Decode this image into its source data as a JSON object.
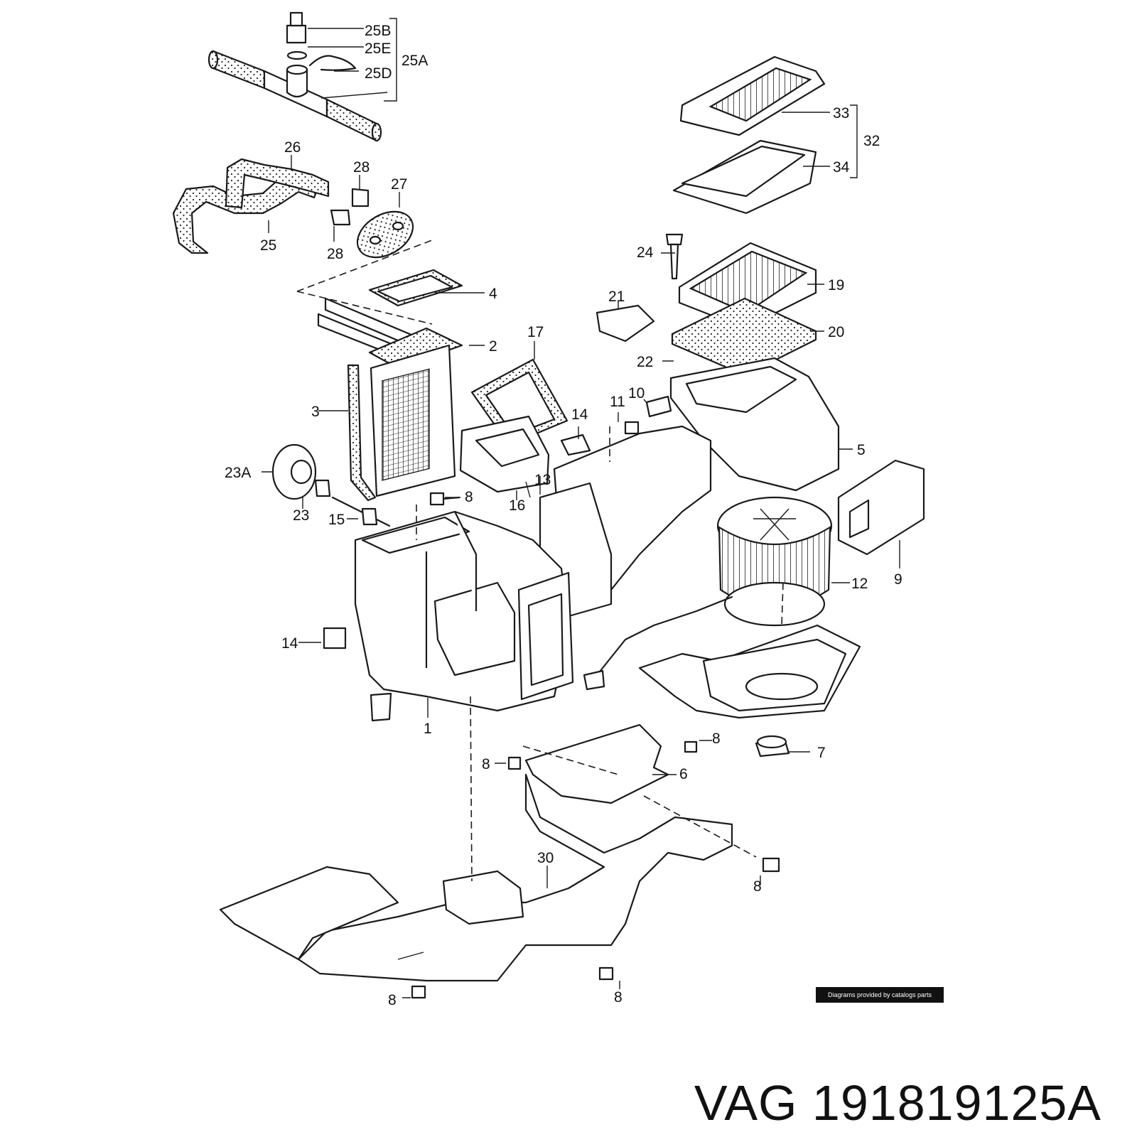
{
  "diagram": {
    "callouts": [
      {
        "id": "c25b",
        "text": "25B"
      },
      {
        "id": "c25e",
        "text": "25E"
      },
      {
        "id": "c25d",
        "text": "25D"
      },
      {
        "id": "c25a",
        "text": "25A"
      },
      {
        "id": "c26",
        "text": "26"
      },
      {
        "id": "c28a",
        "text": "28"
      },
      {
        "id": "c27",
        "text": "27"
      },
      {
        "id": "c25",
        "text": "25"
      },
      {
        "id": "c28b",
        "text": "28"
      },
      {
        "id": "c33",
        "text": "33"
      },
      {
        "id": "c32",
        "text": "32"
      },
      {
        "id": "c34",
        "text": "34"
      },
      {
        "id": "c24",
        "text": "24"
      },
      {
        "id": "c19",
        "text": "19"
      },
      {
        "id": "c21",
        "text": "21"
      },
      {
        "id": "c20",
        "text": "20"
      },
      {
        "id": "c22",
        "text": "22"
      },
      {
        "id": "c4",
        "text": "4"
      },
      {
        "id": "c2",
        "text": "2"
      },
      {
        "id": "c17",
        "text": "17"
      },
      {
        "id": "c10",
        "text": "10"
      },
      {
        "id": "c11",
        "text": "11"
      },
      {
        "id": "c14a",
        "text": "14"
      },
      {
        "id": "c5",
        "text": "5"
      },
      {
        "id": "c3",
        "text": "3"
      },
      {
        "id": "c23a",
        "text": "23A"
      },
      {
        "id": "c8a",
        "text": "8"
      },
      {
        "id": "c13",
        "text": "13"
      },
      {
        "id": "c16",
        "text": "16"
      },
      {
        "id": "c23",
        "text": "23"
      },
      {
        "id": "c15",
        "text": "15"
      },
      {
        "id": "c9",
        "text": "9"
      },
      {
        "id": "c12",
        "text": "12"
      },
      {
        "id": "c14b",
        "text": "14"
      },
      {
        "id": "c1",
        "text": "1"
      },
      {
        "id": "c8b",
        "text": "8"
      },
      {
        "id": "c7",
        "text": "7"
      },
      {
        "id": "c8c",
        "text": "8"
      },
      {
        "id": "c6",
        "text": "6"
      },
      {
        "id": "c30",
        "text": "30"
      },
      {
        "id": "c8d",
        "text": "8"
      },
      {
        "id": "c8e",
        "text": "8"
      },
      {
        "id": "c8f",
        "text": "8"
      }
    ],
    "credit": "Diagrams provided by catalogs parts"
  },
  "footer": {
    "part_number": "VAG 191819125A"
  }
}
